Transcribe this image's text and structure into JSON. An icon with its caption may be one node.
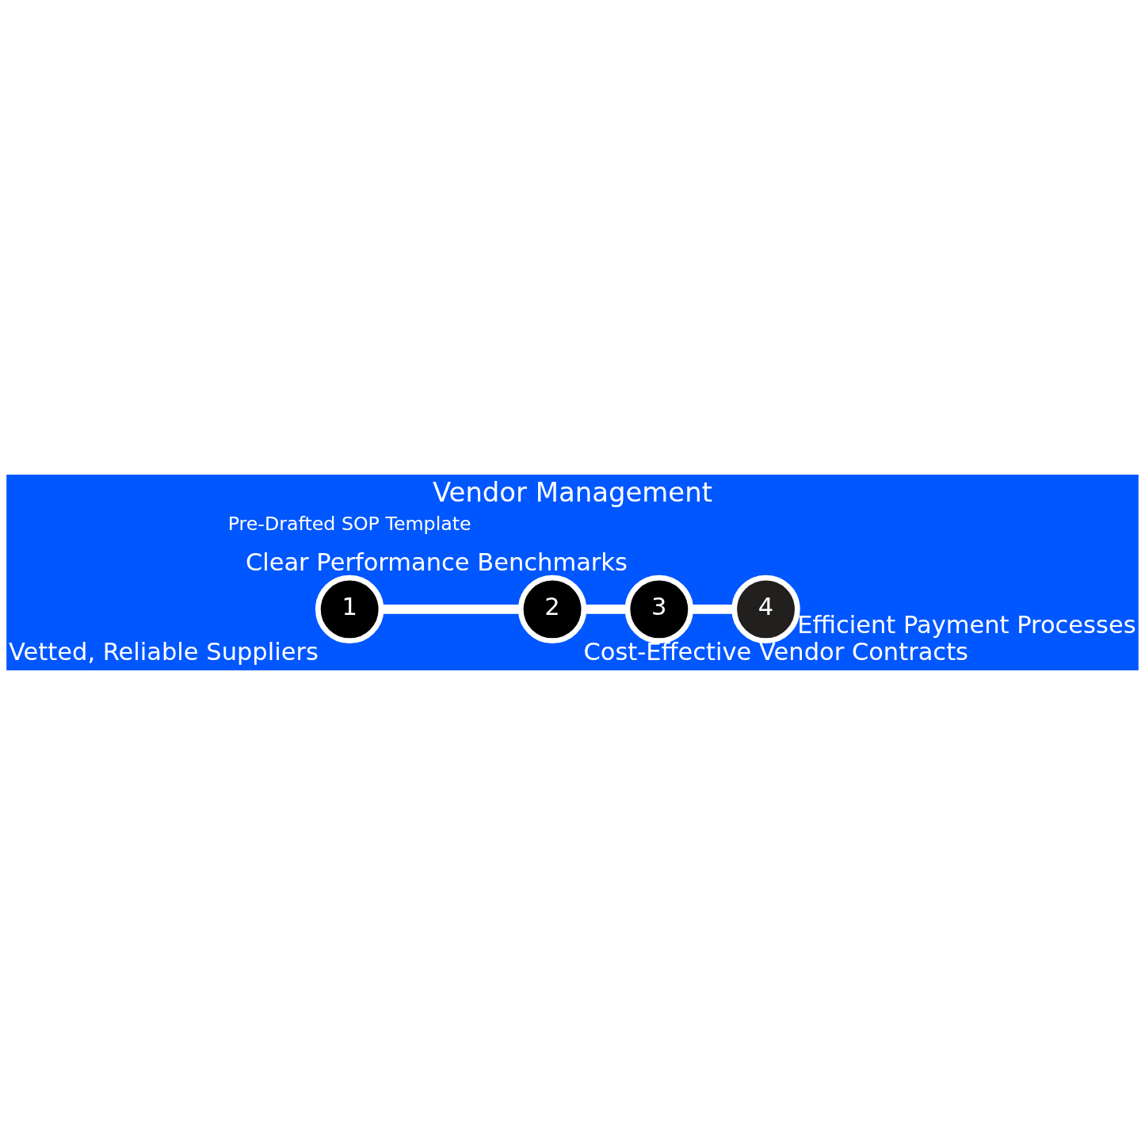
{
  "diagram": {
    "title": "Vendor Management",
    "nodes": [
      {
        "text": [
          "1"
        ],
        "beside": [
          "Vetted, Reliable Suppliers"
        ]
      },
      {
        "text": [
          "2"
        ],
        "beside": [
          "Cost-Effective Vendor Contracts"
        ]
      },
      {
        "text": [
          "3"
        ],
        "beside": [
          "Clear Performance Benchmarks"
        ]
      },
      {
        "text": [
          "4"
        ],
        "beside": [
          "Efficient Payment Processes"
        ]
      }
    ],
    "edges": [
      {
        "from": 0,
        "to": 1,
        "arrow": "none"
      },
      {
        "from": 1,
        "to": 2,
        "arrow": "none"
      },
      {
        "from": 2,
        "to": 3,
        "arrow": "none"
      }
    ],
    "labels": [
      "Pre-Drafted SOP Template"
    ]
  }
}
